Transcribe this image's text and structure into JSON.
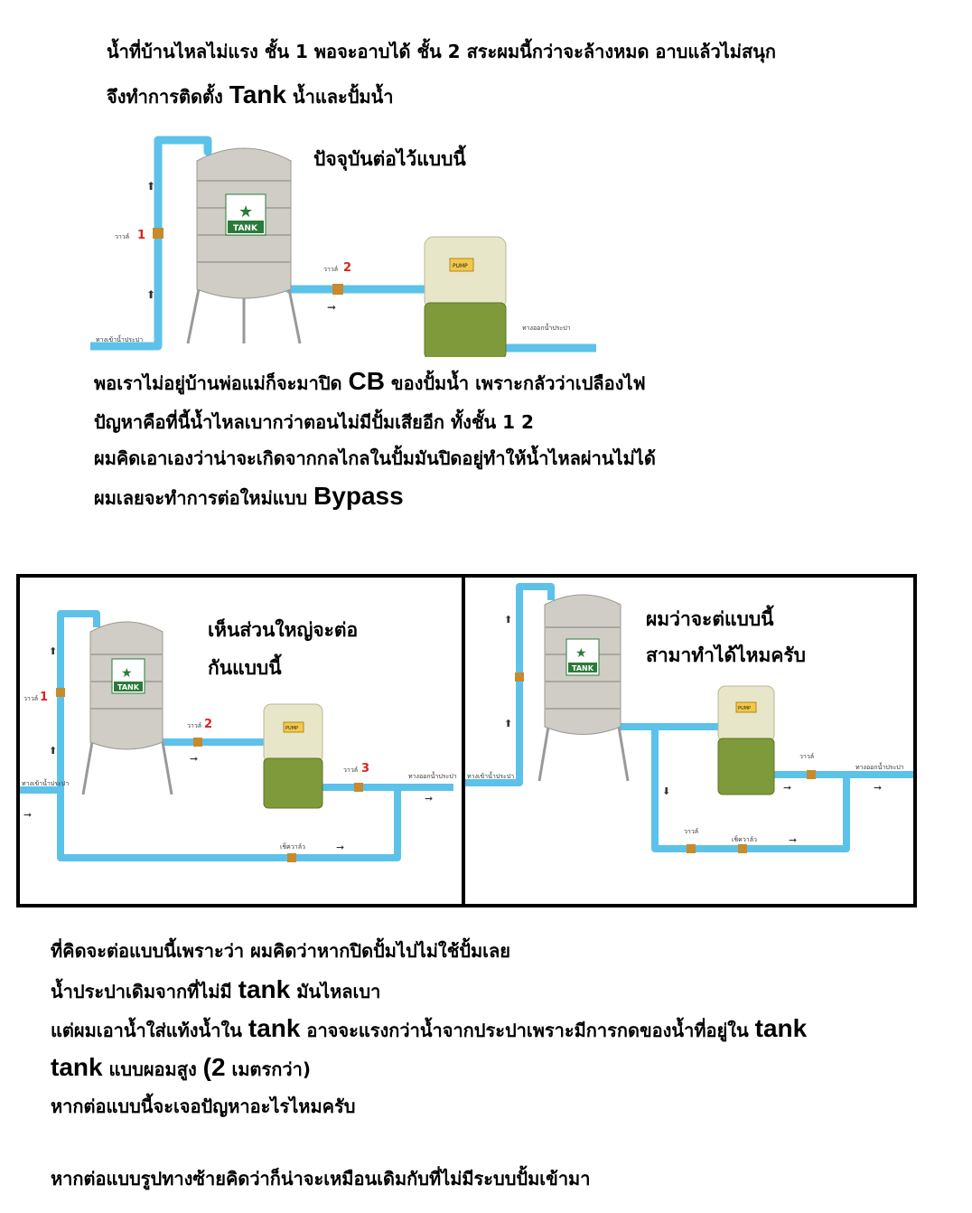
{
  "intro": {
    "line1": "น้ำที่บ้านไหลไม่แรง ชั้น 1 พอจะอาบได้ ชั้น 2 สระผมนี้กว่าจะล้างหมด อาบแล้วไม่สนุก",
    "line2_pre": "จึงทำการติดตั้ง ",
    "line2_big": "Tank",
    "line2_post": " น้ำและปั้มน้ำ"
  },
  "diagram1": {
    "caption": "ปัจจุบันต่อไว้แบบนี้",
    "valve1_label": "วาวล์",
    "valve1_num": "1",
    "valve2_label": "วาวล์",
    "valve2_num": "2",
    "inlet_label": "ทางเข้าน้ำประปา",
    "outlet_label": "ทางออกน้ำประปา",
    "tank_label": "TANK",
    "pump_label": "PUMP"
  },
  "middle": {
    "line1_pre": "พอเราไม่อยู่บ้านพ่อแม่ก็จะมาปิด ",
    "line1_big": "CB",
    "line1_post": " ของปั้มน้ำ เพราะกลัวว่าเปลืองไฟ",
    "line2": "ปัญหาคือที่นี้น้ำไหลเบากว่าตอนไม่มีปั้มเสียอีก ทั้งชั้น 1 2",
    "line3": "ผมคิดเอาเองว่าน่าจะเกิดจากกลไกลในปั้มมันปิดอยู่ทำให้น้ำไหลผ่านไม่ได้",
    "line4_pre": "ผมเลยจะทำการต่อใหม่แบบ ",
    "line4_big": "Bypass"
  },
  "diagram_left": {
    "caption_line1": "เห็นส่วนใหญ่จะต่อ",
    "caption_line2": "กันแบบนี้",
    "valve1_label": "วาวล์",
    "valve1_num": "1",
    "valve2_label": "วาวล์",
    "valve2_num": "2",
    "valve3_label": "วาวล์",
    "valve3_num": "3",
    "inlet_label": "ทางเข้าน้ำประปา",
    "outlet_label": "ทางออกน้ำประปา",
    "check_label": "เช็ควาล์ว",
    "tank_label": "TANK",
    "pump_label": "PUMP"
  },
  "diagram_right": {
    "caption_line1": "ผมว่าจะต่แบบนี้",
    "caption_line2": "สามาทำได้ไหมครับ",
    "valve_label": "วาวล์",
    "valve_b_label": "วาวล์",
    "inlet_label": "ทางเข้าน้ำประปา",
    "outlet_label": "ทางออกน้ำประปา",
    "check_label": "เช็ควาล์ว",
    "tank_label": "TANK",
    "pump_label": "PUMP"
  },
  "bottom": {
    "line1": "ที่คิดจะต่อแบบนี้เพราะว่า ผมคิดว่าหากปิดปั้มไปไม่ใช้ปั้มเลย",
    "line2_pre": "น้ำประปาเดิมจากที่ไม่มี ",
    "line2_big": "tank",
    "line2_post": " มันไหลเบา",
    "line3_pre": "แต่ผมเอาน้ำใส่แท้งน้ำใน ",
    "line3_big1": "tank",
    "line3_mid": " อาจจะแรงกว่าน้ำจากประปาเพราะมีการกดของน้ำที่อยู่ใน ",
    "line3_big2": "tank",
    "line4_big": "tank",
    "line4_mid": " แบบผอมสูง ",
    "line4_big2": "(2",
    "line4_post": " เมตรกว่า)",
    "line5": "หากต่อแบบนี้จะเจอปัญหาอะไรไหมครับ",
    "line6": "หากต่อแบบรูปทางซ้ายคิดว่าก็น่าจะเหมือนเดิมกับที่ไม่มีระบบปั้มเข้ามา"
  },
  "colors": {
    "pipe": "#5cc2ea",
    "pipe_edge": "#2a9bd0",
    "tank_body": "#cfcdc6",
    "tank_band": "#a9a79f",
    "pump_top": "#e8e6c8",
    "pump_bottom": "#7e9a3a",
    "valve": "#c88a2a",
    "valve_num": "#dd2222",
    "frame": "#000000"
  }
}
